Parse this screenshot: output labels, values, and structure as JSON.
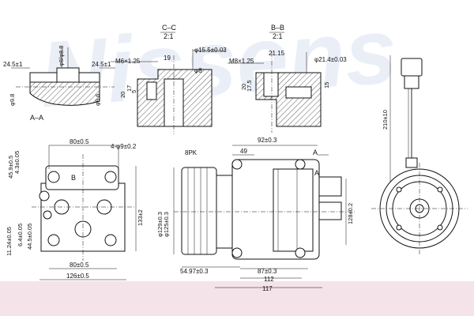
{
  "watermark": "Nissens",
  "sections": {
    "aa": "A–A",
    "cc_title": "C–C",
    "cc_scale": "2:1",
    "bb_title": "B–B",
    "bb_scale": "2:1",
    "b_marker": "B",
    "a_marker": "A"
  },
  "labels": {
    "belt": "8PK"
  },
  "dimensions": {
    "d_24_5_left": "24.5±1",
    "d_24_5_right": "24.5±1",
    "d_phi8_8": "φ8/φ8.8",
    "d_phi9_8": "φ9.8",
    "d_phi9_6": "φ9.6",
    "d_m6": "M6×1.25",
    "d_19": "19",
    "d_phi15_5": "φ15.5±0.03",
    "d_phi8": "φ8",
    "d_20": "20",
    "d_17": "17",
    "d_5": "5",
    "d_m8": "M8×1.25",
    "d_21_15": "21.15",
    "d_phi21_4": "φ21.4±0.03",
    "d_17_5": "17.5",
    "d_20b": "20",
    "d_15": "15",
    "d_80_top": "80±0.5",
    "d_4_holes": "4-φ9±0.2",
    "d_45_9": "45.9±0.5",
    "d_4_3": "4.3±0.05",
    "d_133": "133±2",
    "d_11_24": "11.24±0.05",
    "d_6_4": "6.4±0.05",
    "d_44_5": "44.5±0.05",
    "d_80_bottom": "80±0.5",
    "d_126": "126±0.5",
    "d_49": "49",
    "d_92": "92±0.3",
    "d_phi129": "φ129±0.3",
    "d_phi125": "φ125±0.3",
    "d_128": "128±0.2",
    "d_54_97": "54.97±0.3",
    "d_87": "87±0.3",
    "d_112": "112",
    "d_117": "117",
    "d_210": "210±10"
  },
  "colors": {
    "line": "#111111",
    "watermark": "#d9e2f1",
    "bottom_band": "#f5e3ea"
  }
}
